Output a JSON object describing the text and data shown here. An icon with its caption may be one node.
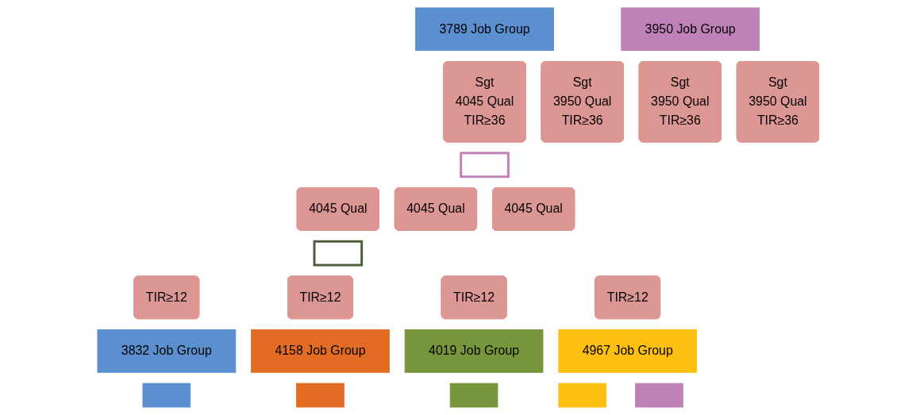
{
  "diagram": {
    "nodes": [
      {
        "text": [
          "3789 Job Group"
        ]
      },
      {
        "text": [
          "3950 Job Group"
        ]
      },
      {
        "text": [
          "Sgt",
          "4045 Qual",
          "TIR≥36"
        ]
      },
      {
        "text": [
          "Sgt",
          "3950 Qual",
          "TIR≥36"
        ]
      },
      {
        "text": [
          "Sgt",
          "3950 Qual",
          "TIR≥36"
        ]
      },
      {
        "text": [
          "Sgt",
          "3950 Qual",
          "TIR≥36"
        ]
      },
      {
        "text": [],
        "shape": "box"
      },
      {
        "text": [
          "4045 Qual"
        ]
      },
      {
        "text": [
          "4045 Qual"
        ]
      },
      {
        "text": [
          "4045 Qual"
        ]
      },
      {
        "text": [],
        "shape": "box"
      },
      {
        "text": [
          "TIR≥12"
        ]
      },
      {
        "text": [
          "TIR≥12"
        ]
      },
      {
        "text": [
          "TIR≥12"
        ]
      },
      {
        "text": [
          "TIR≥12"
        ]
      },
      {
        "text": [
          "3832 Job Group"
        ]
      },
      {
        "text": [
          "4158 Job Group"
        ]
      },
      {
        "text": [
          "4019 Job Group"
        ]
      },
      {
        "text": [
          "4967 Job Group"
        ]
      },
      {
        "text": [],
        "shape": "box"
      },
      {
        "text": [],
        "shape": "box"
      },
      {
        "text": [],
        "shape": "box"
      },
      {
        "text": [],
        "shape": "box"
      },
      {
        "text": [],
        "shape": "box"
      }
    ]
  }
}
